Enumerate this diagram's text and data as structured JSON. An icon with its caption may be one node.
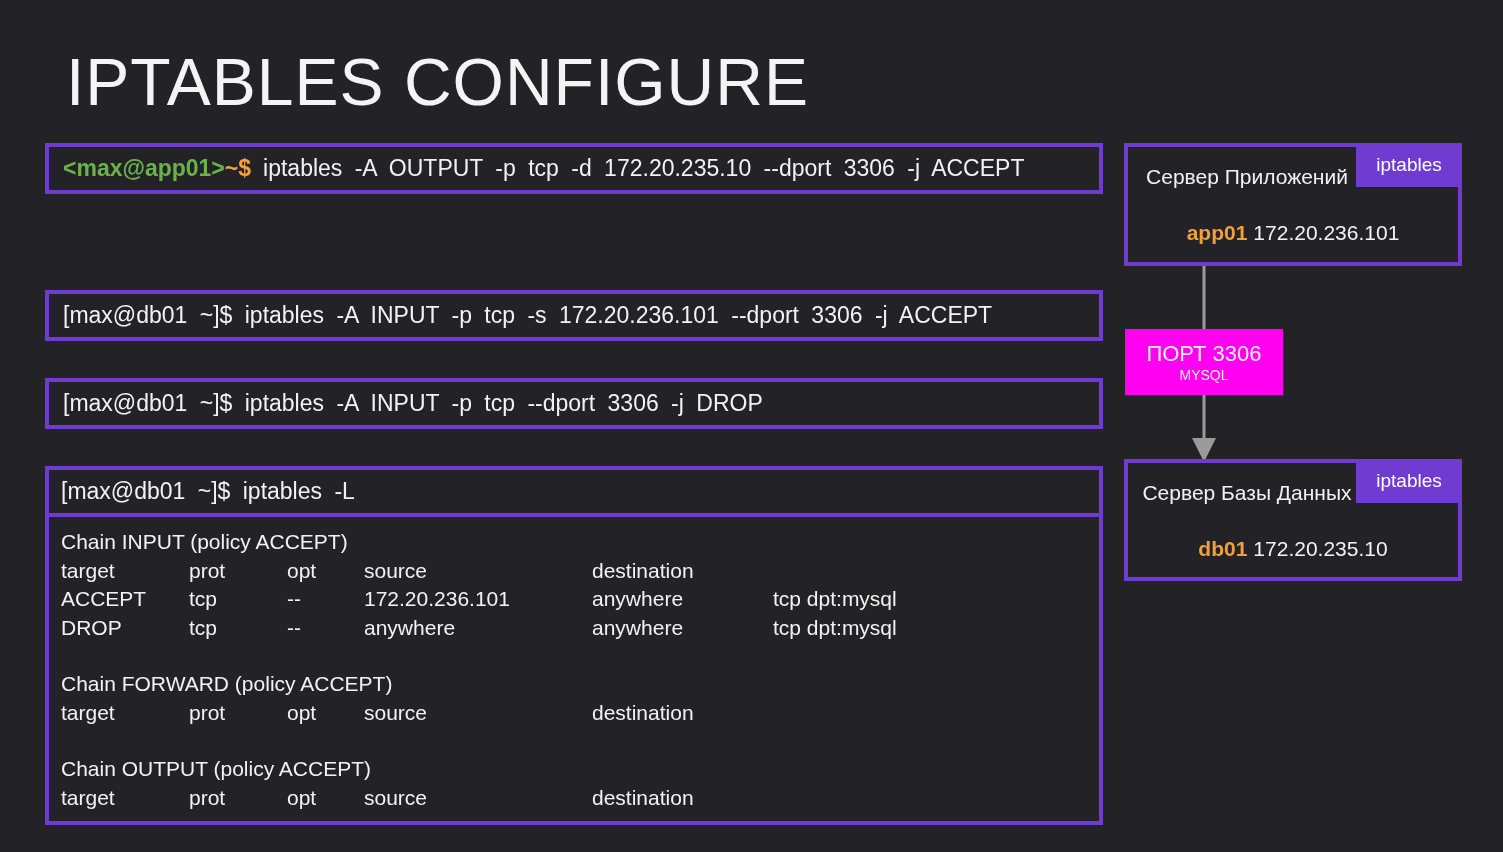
{
  "diagram": {
    "title": "IPTABLES CONFIGURE",
    "nodes": [
      {
        "text": [
          "<max@app01>",
          "~$",
          "iptables -A OUTPUT -p tcp -d 172.20.235.10 --dport 3306 -j ACCEPT"
        ]
      },
      {
        "text": [
          "[max@db01 ~]$ iptables -A INPUT -p tcp -s 172.20.236.101 --dport 3306 -j ACCEPT"
        ]
      },
      {
        "text": [
          "[max@db01 ~]$ iptables -A INPUT -p tcp --dport 3306 -j DROP"
        ]
      },
      {
        "text": [
          "[max@db01 ~]$ iptables -L"
        ]
      },
      {
        "text": [
          "Сервер Приложений",
          "app01",
          "172.20.236.101"
        ]
      },
      {
        "text": [
          "iptables"
        ],
        "in": 4
      },
      {
        "text": [
          "ПОРТ 3306",
          "MYSQL"
        ]
      },
      {
        "text": [
          "Сервер Базы Данных",
          "db01",
          "172.20.235.10"
        ]
      },
      {
        "text": [
          "iptables"
        ],
        "in": 7
      }
    ],
    "edges": [
      {
        "from": 4,
        "to": 6,
        "arrow": "none"
      },
      {
        "from": 6,
        "to": 7,
        "arrow": "to"
      }
    ],
    "labels": [
      "Chain INPUT (policy ACCEPT)",
      "target",
      "prot",
      "opt",
      "source",
      "destination",
      "ACCEPT",
      "tcp",
      "--",
      "172.20.236.101",
      "anywhere",
      "tcp dpt:mysql",
      "DROP",
      "tcp",
      "--",
      "anywhere",
      "anywhere",
      "tcp dpt:mysql",
      "Chain FORWARD (policy ACCEPT)",
      "target",
      "prot",
      "opt",
      "source",
      "destination",
      "Chain OUTPUT (policy ACCEPT)",
      "target",
      "prot",
      "opt",
      "source",
      "destination"
    ]
  }
}
